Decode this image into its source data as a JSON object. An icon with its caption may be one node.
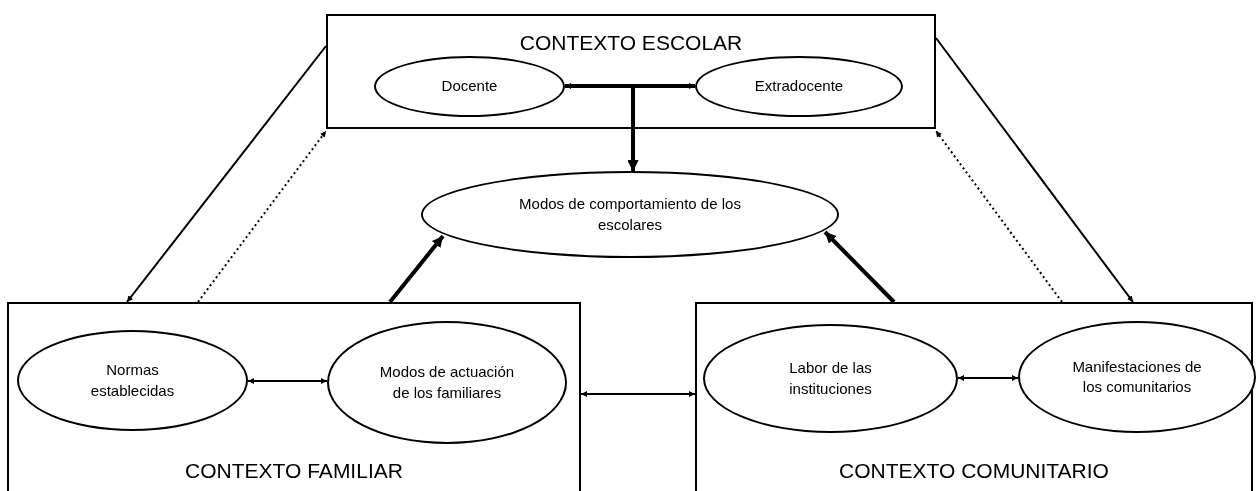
{
  "diagram": {
    "nodes": [
      {
        "text": [
          "CONTEXTO ESCOLAR"
        ]
      },
      {
        "text": [
          "Docente"
        ],
        "in": 0
      },
      {
        "text": [
          "Extradocente"
        ],
        "in": 0
      },
      {
        "text": [
          "Modos de comportamiento de los escolares"
        ]
      },
      {
        "text": [
          "CONTEXTO FAMILIAR"
        ]
      },
      {
        "text": [
          "Normas establecidas"
        ],
        "in": 4
      },
      {
        "text": [
          "Modos de actuación de los familiares"
        ],
        "in": 4
      },
      {
        "text": [
          "CONTEXTO COMUNITARIO"
        ]
      },
      {
        "text": [
          "Labor de las instituciones"
        ],
        "in": 7
      },
      {
        "text": [
          "Manifestaciones de los comunitarios"
        ],
        "in": 7
      }
    ],
    "edges": [
      {
        "from": 0,
        "to": 4,
        "arrow": "to"
      },
      {
        "from": 4,
        "to": 0,
        "arrow": "to",
        "style": "dashed"
      },
      {
        "from": 0,
        "to": 7,
        "arrow": "to"
      },
      {
        "from": 7,
        "to": 0,
        "arrow": "to",
        "style": "dashed"
      },
      {
        "from": 1,
        "to": 2,
        "arrow": "both"
      },
      {
        "from": 1,
        "to": 3,
        "arrow": "to",
        "style": "thick"
      },
      {
        "from": 4,
        "to": 3,
        "arrow": "to",
        "style": "thick"
      },
      {
        "from": 7,
        "to": 3,
        "arrow": "to",
        "style": "thick"
      },
      {
        "from": 5,
        "to": 6,
        "arrow": "both"
      },
      {
        "from": 4,
        "to": 7,
        "arrow": "both"
      },
      {
        "from": 8,
        "to": 9,
        "arrow": "both"
      },
      {
        "from": 2,
        "to": 3,
        "arrow": "to",
        "style": "thick"
      }
    ]
  }
}
